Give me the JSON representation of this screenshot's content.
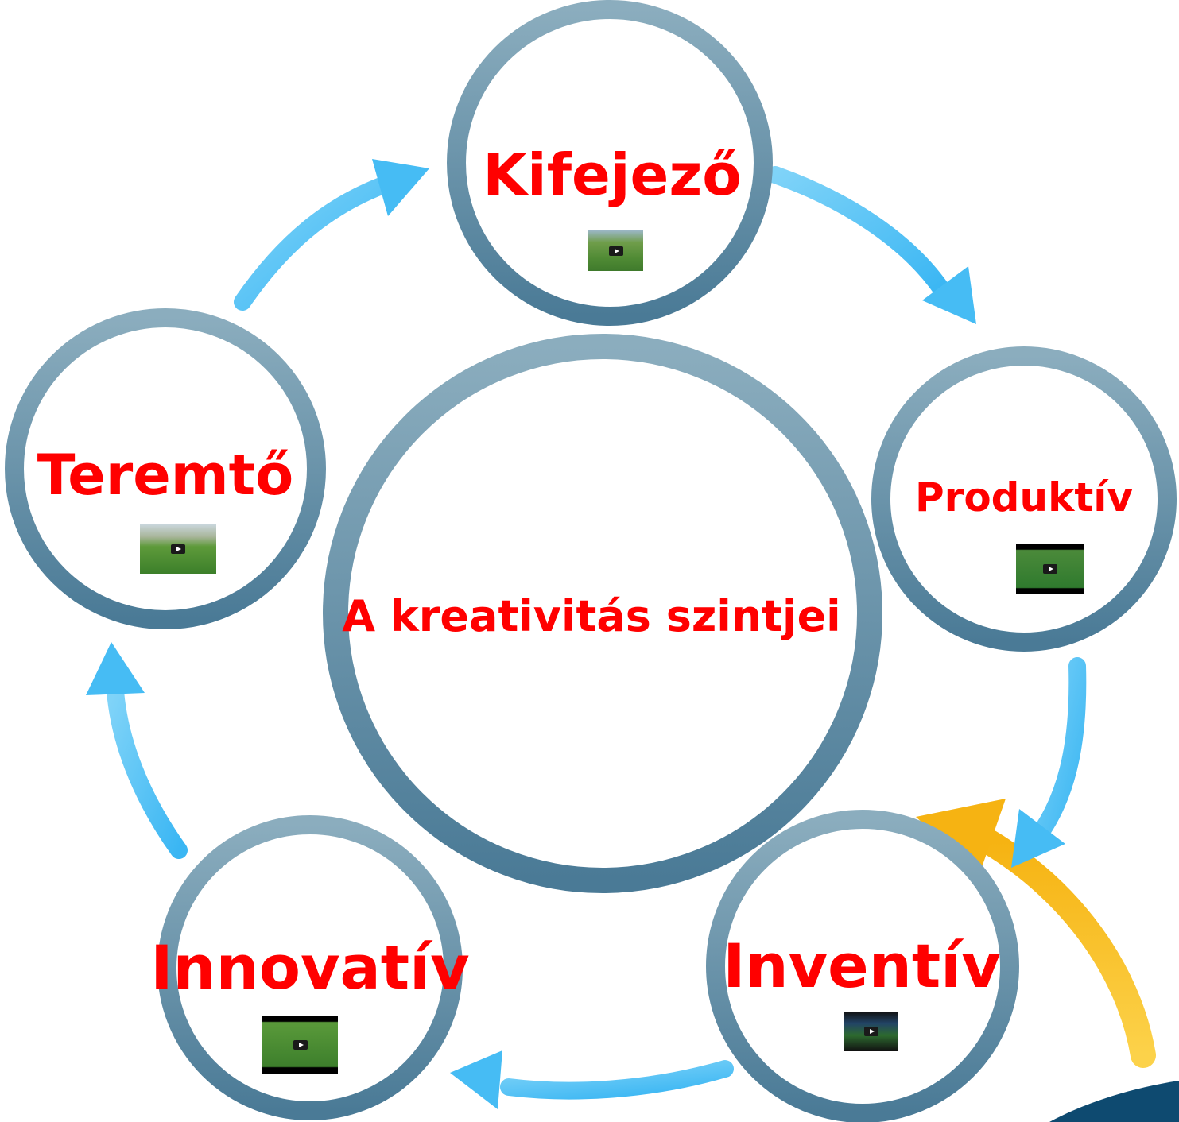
{
  "diagram": {
    "center_label": "A kreativitás szintjei",
    "levels": [
      {
        "label": "Kifejező"
      },
      {
        "label": "Produktív"
      },
      {
        "label": "Inventív"
      },
      {
        "label": "Innovatív"
      },
      {
        "label": "Teremtő"
      }
    ],
    "colors": {
      "label_red": "#ff0000",
      "ring_light": "#88aabb",
      "ring_dark": "#4f7f9a",
      "arrow_blue": "#4ec1f5",
      "arrow_yellow": "#f9bb1a",
      "corner_navy": "#0e4a70"
    }
  }
}
